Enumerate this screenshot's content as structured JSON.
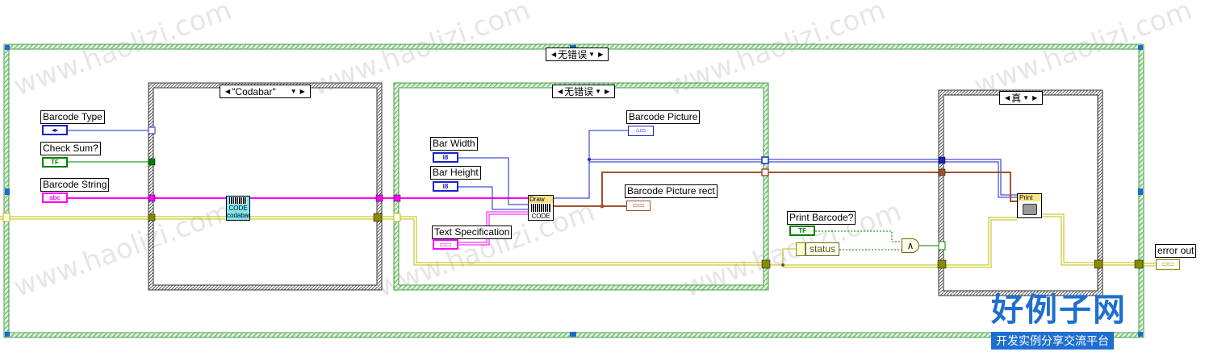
{
  "outer_case": {
    "selector": "无错误"
  },
  "codabar_case": {
    "selector": "\"Codabar\""
  },
  "draw_case": {
    "selector": "无错误"
  },
  "print_case": {
    "selector": "真"
  },
  "controls": {
    "barcode_type": {
      "label": "Barcode Type"
    },
    "check_sum": {
      "label": "Check Sum?",
      "terminal": "TF"
    },
    "barcode_string": {
      "label": "Barcode String",
      "terminal": "abc"
    },
    "bar_width": {
      "label": "Bar Width",
      "terminal": "I8"
    },
    "bar_height": {
      "label": "Bar Height",
      "terminal": "I8"
    },
    "text_specification": {
      "label": "Text Specification"
    },
    "print_barcode": {
      "label": "Print Barcode?",
      "terminal": "TF"
    }
  },
  "indicators": {
    "barcode_picture": {
      "label": "Barcode Picture"
    },
    "barcode_picture_rect": {
      "label": "Barcode Picture rect"
    },
    "error_out": {
      "label": "error out"
    }
  },
  "subvis": {
    "codabar": {
      "line1": "CODE",
      "line2": "codabar"
    },
    "draw_code": {
      "line1": "Draw",
      "line2": "CODE"
    },
    "print": {
      "line1": "Print"
    }
  },
  "status": {
    "label": "status"
  },
  "and_gate": {
    "symbol": "∧"
  },
  "branding": {
    "title": "好例子网",
    "subtitle": "开发实例分享交流平台",
    "watermark": "www.haolizi.com"
  },
  "colors": {
    "error_wire": "#bdbd00",
    "string_wire": "#ff00ff",
    "int_wire": "#1a23c8",
    "bool_wire": "#008000",
    "picture_wire": "#1a23c8",
    "rect_wire": "#a0522d",
    "case_border": "#7fd17f"
  }
}
